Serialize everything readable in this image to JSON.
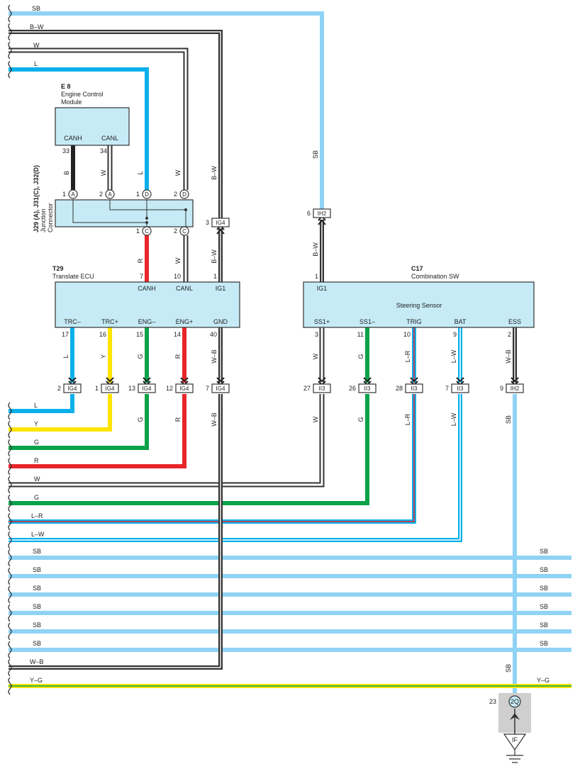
{
  "colors": {
    "SB": "#8fd3f5",
    "L": "#0bb0ea",
    "B": "#222222",
    "W": "#ffffff",
    "R": "#e8262a",
    "G": "#0aa24a",
    "Y": "#ffe400",
    "box_fill": "#c6ebf7",
    "connector_fill": "#ffffff",
    "ground_fill": "#cfcfcf"
  },
  "top_wires": {
    "sb": "SB",
    "bw": "B–W",
    "w": "W",
    "l": "L"
  },
  "e8": {
    "id": "E 8",
    "name_line1": "Engine Control",
    "name_line2": "Module",
    "canh": "CANH",
    "canl": "CANL",
    "pin_canh": "33",
    "pin_canl": "34"
  },
  "junction": {
    "id": "J29 (A), J31(C), J32(D)",
    "name_line1": "Junction",
    "name_line2": "Connector",
    "top_pins": [
      {
        "num": "1",
        "letter": "A"
      },
      {
        "num": "2",
        "letter": "A"
      },
      {
        "num": "1",
        "letter": "D"
      },
      {
        "num": "2",
        "letter": "D"
      }
    ],
    "bottom_pins": [
      {
        "num": "1",
        "letter": "C"
      },
      {
        "num": "2",
        "letter": "C"
      }
    ]
  },
  "wire_labels": {
    "b": "B",
    "w": "W",
    "l": "L",
    "r": "R",
    "bw": "B–W",
    "sb": "SB",
    "wb": "W–B",
    "y": "Y",
    "g": "G",
    "lr": "L–R",
    "lw": "L–W",
    "yg": "Y–G"
  },
  "t29": {
    "id": "T29",
    "name": "Translate ECU",
    "top_pins": [
      {
        "num": "7",
        "label": "CANH"
      },
      {
        "num": "10",
        "label": "CANL"
      },
      {
        "num": "1",
        "label": "IG1"
      }
    ],
    "bottom_pins": [
      {
        "num": "17",
        "label": "TRC–"
      },
      {
        "num": "16",
        "label": "TRC+"
      },
      {
        "num": "15",
        "label": "ENG–"
      },
      {
        "num": "14",
        "label": "ENG+"
      },
      {
        "num": "40",
        "label": "GND"
      }
    ]
  },
  "c17": {
    "id": "C17",
    "name": "Combination SW",
    "center": "Steering Sensor",
    "top_pin": {
      "num": "1",
      "label": "IG1"
    },
    "bottom_pins": [
      {
        "num": "3",
        "label": "SS1+"
      },
      {
        "num": "11",
        "label": "SS1–"
      },
      {
        "num": "10",
        "label": "TRIG"
      },
      {
        "num": "9",
        "label": "BAT"
      },
      {
        "num": "2",
        "label": "ESS"
      }
    ]
  },
  "inline": {
    "ig4_top": {
      "num": "3",
      "name": "IG4"
    },
    "ih2_top": {
      "num": "6",
      "name": "IH2"
    },
    "t29_row": [
      {
        "num": "2",
        "name": "IG4"
      },
      {
        "num": "1",
        "name": "IG4"
      },
      {
        "num": "13",
        "name": "IG4"
      },
      {
        "num": "12",
        "name": "IG4"
      },
      {
        "num": "7",
        "name": "IG4"
      }
    ],
    "c17_row": [
      {
        "num": "27",
        "name": "II3"
      },
      {
        "num": "26",
        "name": "II3"
      },
      {
        "num": "28",
        "name": "II3"
      },
      {
        "num": "7",
        "name": "II3"
      },
      {
        "num": "9",
        "name": "IH2"
      }
    ]
  },
  "ground": {
    "num": "23",
    "name": "2Q",
    "point": "IF"
  }
}
